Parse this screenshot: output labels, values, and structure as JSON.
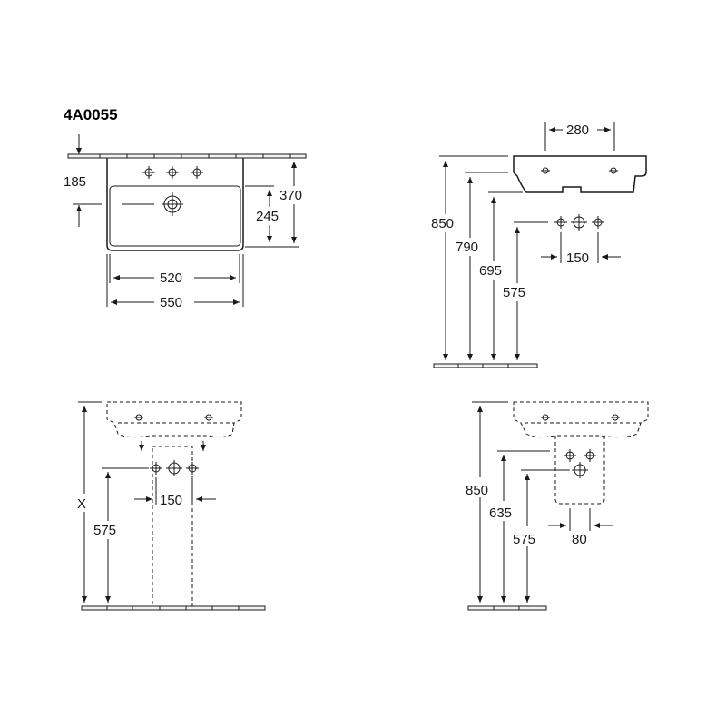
{
  "product_code": "4A0055",
  "top_view": {
    "dim_185": "185",
    "dim_370": "370",
    "dim_245": "245",
    "dim_520": "520",
    "dim_550": "550"
  },
  "side_view": {
    "dim_280": "280",
    "dim_850": "850",
    "dim_790": "790",
    "dim_695": "695",
    "dim_575": "575",
    "dim_150": "150"
  },
  "pedestal_view": {
    "dim_x": "X",
    "dim_575": "575",
    "dim_150": "150"
  },
  "semi_pedestal_view": {
    "dim_850": "850",
    "dim_635": "635",
    "dim_575": "575",
    "dim_80": "80"
  }
}
